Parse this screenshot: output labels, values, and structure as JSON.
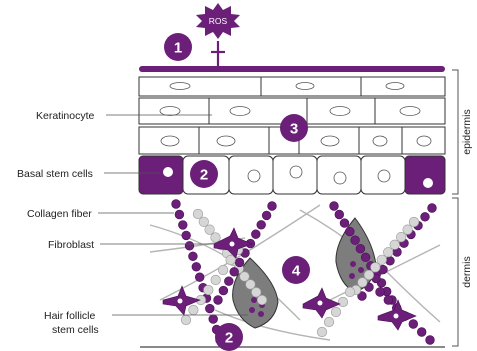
{
  "labels": {
    "keratinocyte": "Keratinocyte",
    "basal_stem_cells": "Basal stem cells",
    "collagen_fiber": "Collagen fiber",
    "fibroblast": "Fibroblast",
    "hair_follicle_line1": "Hair follicle",
    "hair_follicle_line2": "stem cells"
  },
  "side_labels": {
    "epidermis": "epidermis",
    "dermis": "dermis"
  },
  "ros": "ROS",
  "badges": [
    "1",
    "2",
    "3",
    "4",
    "2"
  ],
  "colors": {
    "purple": "#6b1f78",
    "purple_dark": "#4a0f55",
    "grey_bead": "#d6d6d6",
    "follicle_grey": "#7d7d7d"
  }
}
